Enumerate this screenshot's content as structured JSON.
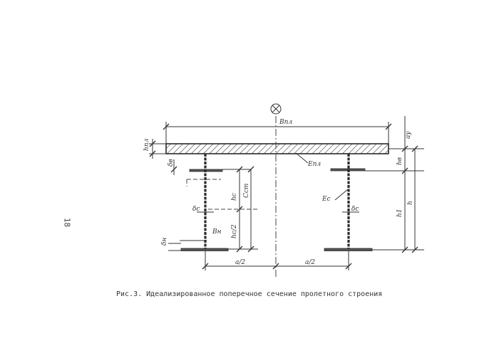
{
  "page_number": "18",
  "caption": "Рис.3. Идеализированное поперечное сечение пролетного строения",
  "labels": {
    "deck_width": "Bпл",
    "deck_thickness": "hпл",
    "centroid_distance": "ay",
    "deck_modulus": "Eпл",
    "steel_modulus": "Eс",
    "top_flange_thickness": "δв",
    "web_thickness": "δс",
    "web_thickness_right": "δс",
    "bottom_flange_width": "Bн",
    "bottom_flange_thickness": "δн",
    "beam_height": "h",
    "web_height": "hс",
    "half_web_height": "hс/2",
    "centroid_offset": "Сcm",
    "upper_offset": "hв",
    "lower_height": "h1",
    "half_spacing_left": "a/2",
    "half_spacing_right": "a/2"
  },
  "colors": {
    "ink": "#2a2a2a",
    "paper": "#ffffff"
  },
  "symbols": {
    "centroid_marker": "circle-cross-icon"
  }
}
